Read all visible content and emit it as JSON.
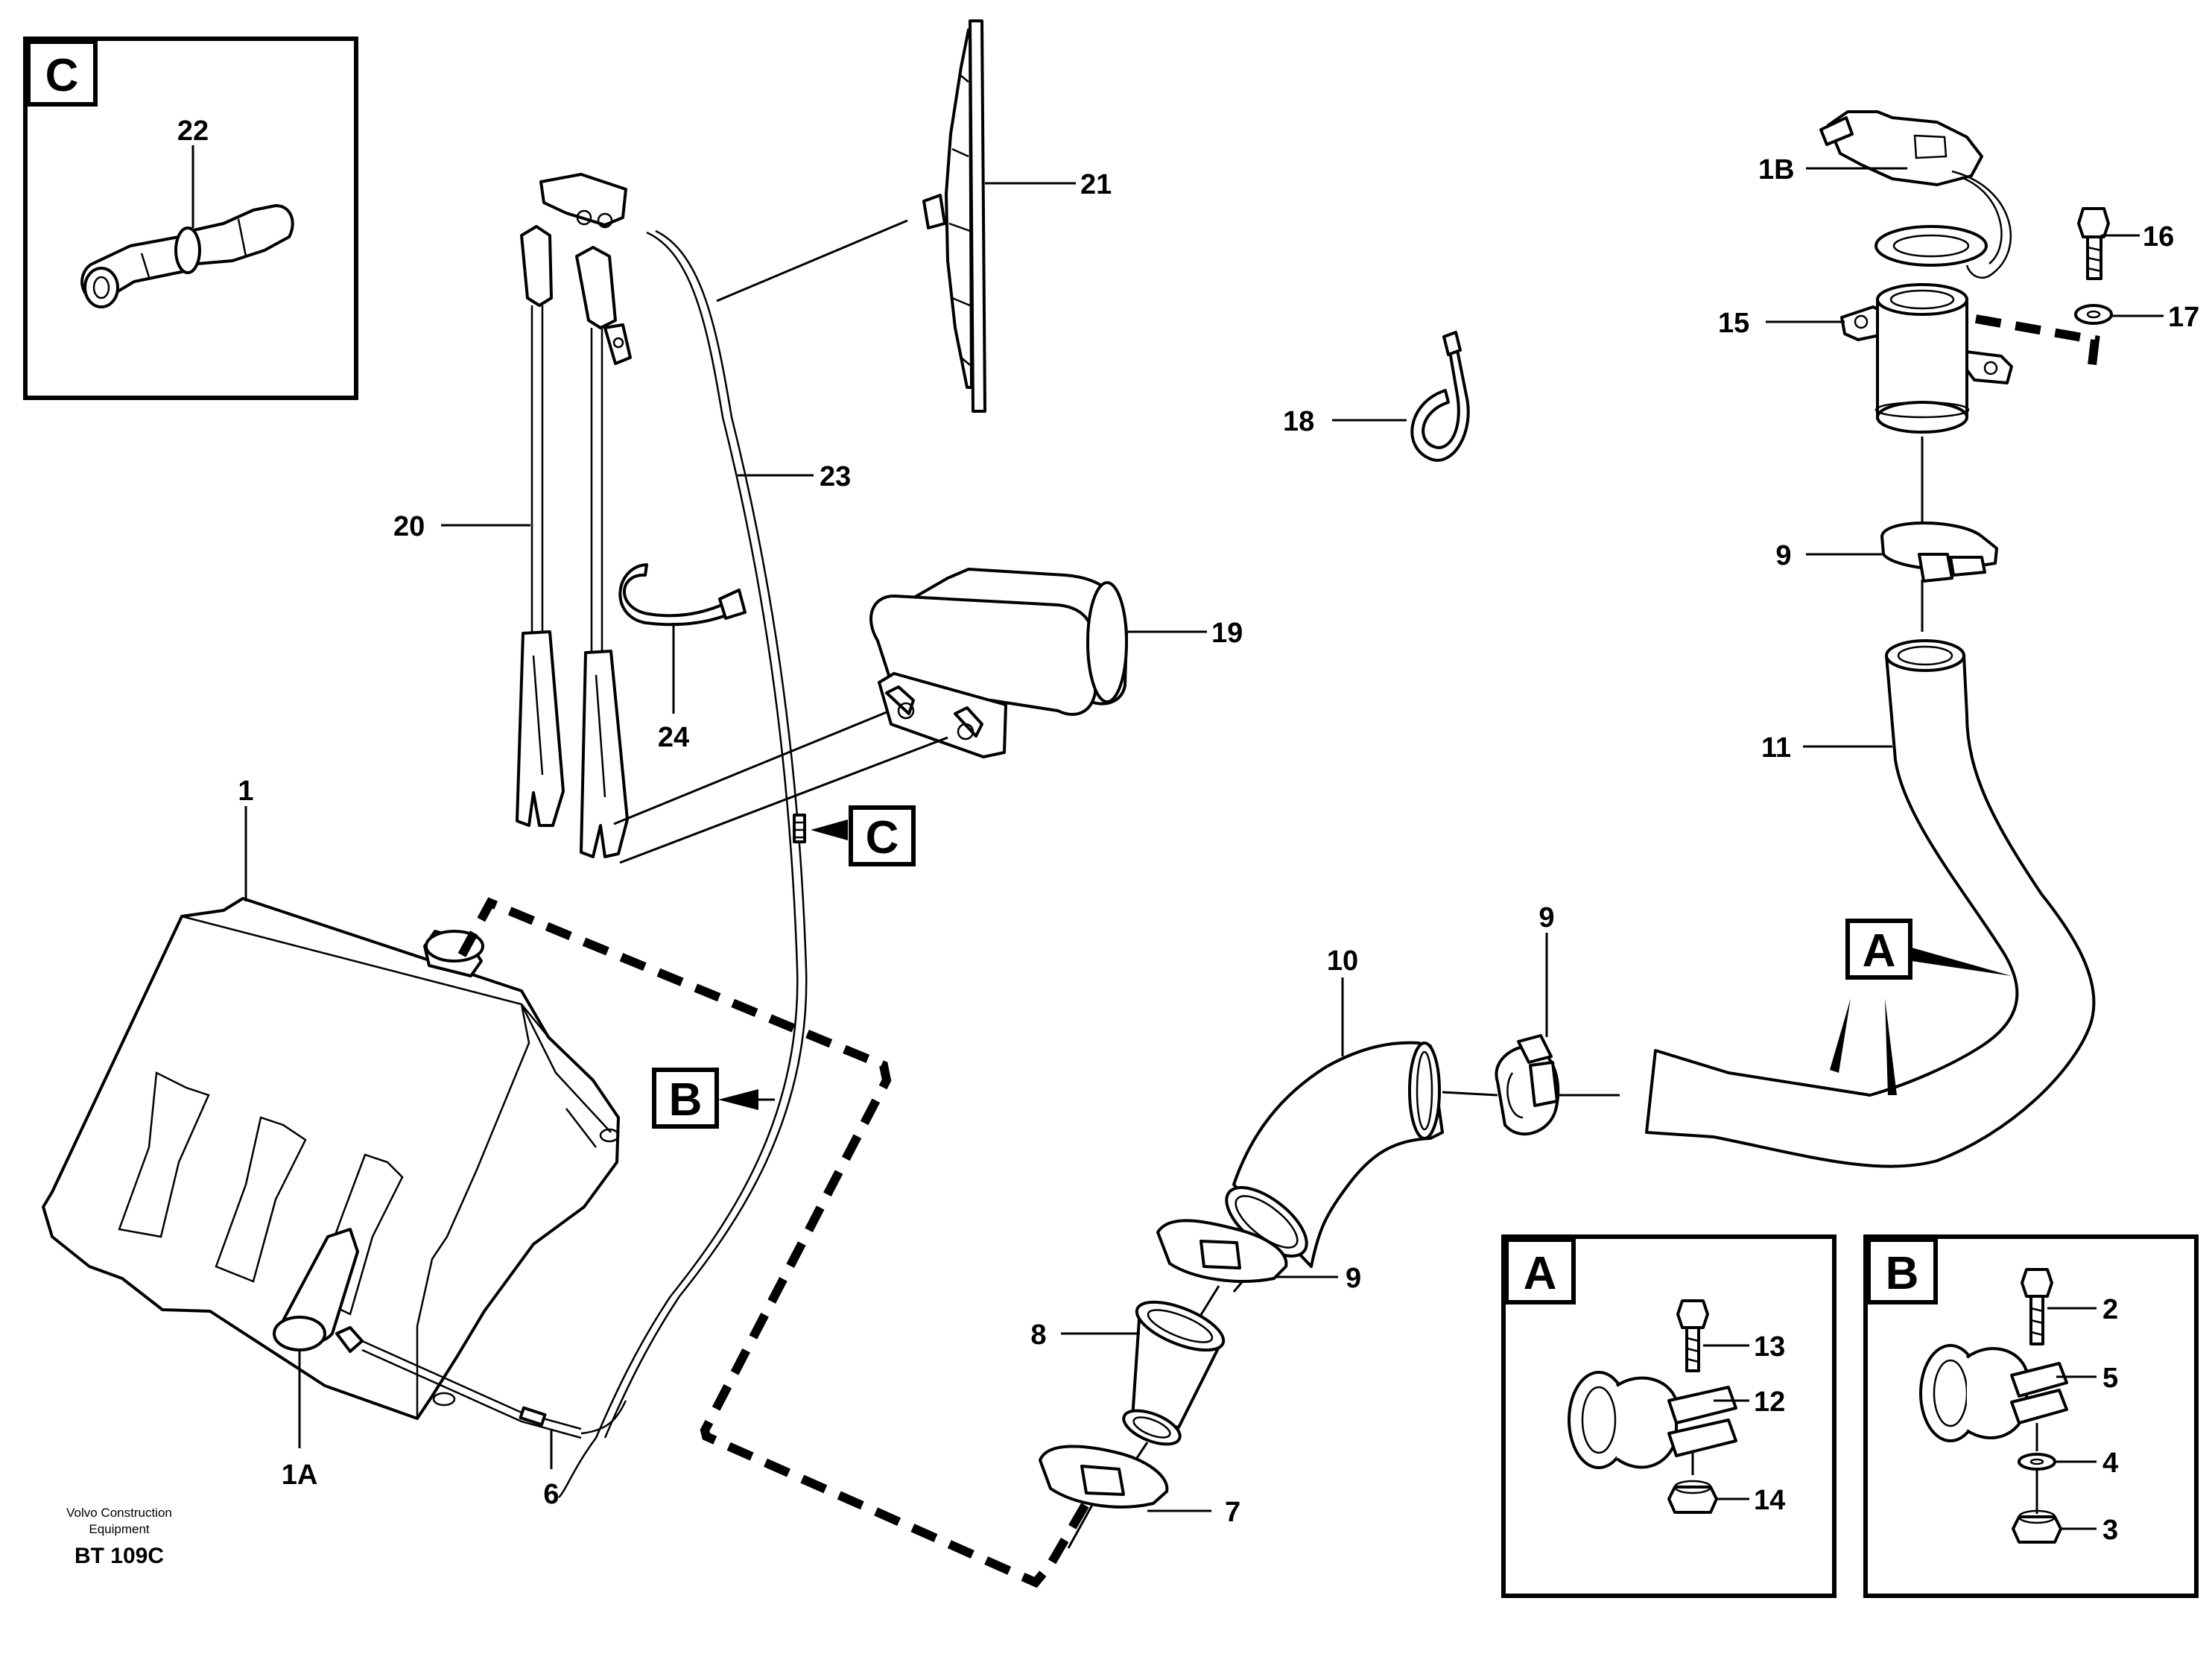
{
  "callouts": {
    "c1": "1",
    "c1a": "1A",
    "c1b": "1B",
    "c2": "2",
    "c3": "3",
    "c4": "4",
    "c5": "5",
    "c6": "6",
    "c7": "7",
    "c8": "8",
    "c9a": "9",
    "c9b": "9",
    "c9c": "9",
    "c10": "10",
    "c11": "11",
    "c12": "12",
    "c13": "13",
    "c14": "14",
    "c15": "15",
    "c16": "16",
    "c17": "17",
    "c18": "18",
    "c19": "19",
    "c20": "20",
    "c21": "21",
    "c22": "22",
    "c23": "23",
    "c24": "24"
  },
  "detail_refs": {
    "a": "A",
    "b": "B",
    "c": "C"
  },
  "inset_titles": {
    "a": "A",
    "b": "B",
    "c": "C"
  },
  "footer": {
    "credit_line1": "Volvo Construction",
    "credit_line2": "Equipment",
    "drawing_code": "BT 109C"
  }
}
